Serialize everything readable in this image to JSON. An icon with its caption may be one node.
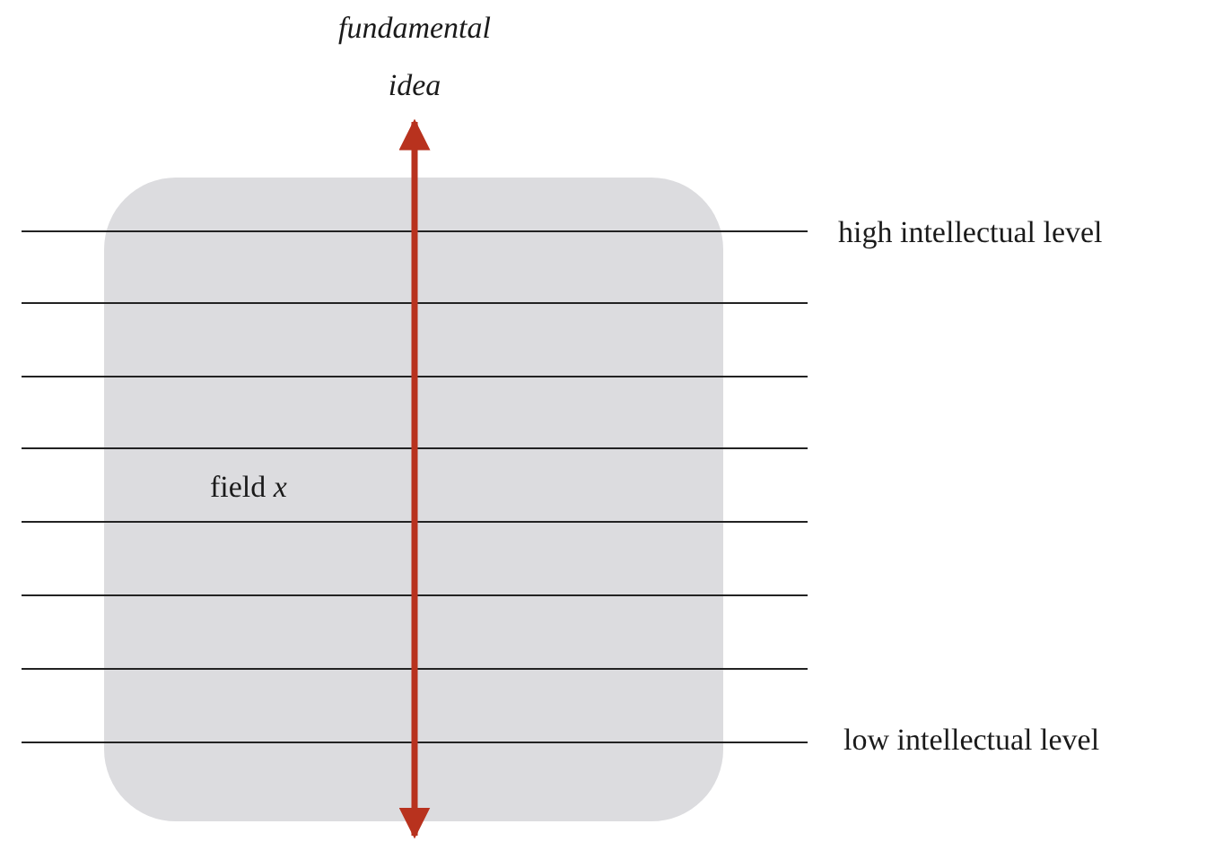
{
  "diagram": {
    "nodes": [
      {
        "text": [
          "field *x*"
        ]
      }
    ],
    "labels": [
      "fundamental idea",
      "high intellectual level",
      "low intellectual level"
    ]
  }
}
